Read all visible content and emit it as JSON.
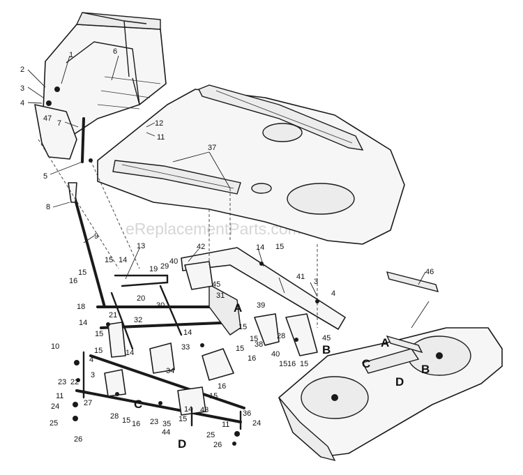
{
  "watermark": "eReplacementParts.com",
  "callouts": {
    "c1": "1",
    "c2": "2",
    "c3a": "3",
    "c4a": "4",
    "c5": "5",
    "c6": "6",
    "c7": "7",
    "c8": "8",
    "c9": "9",
    "c10": "10",
    "c11a": "11",
    "c11b": "11",
    "c11c": "11",
    "c12": "12",
    "c13": "13",
    "c14a": "14",
    "c14b": "14",
    "c14c": "14",
    "c14d": "14",
    "c14e": "14",
    "c14f": "14",
    "c15a": "15",
    "c15b": "15",
    "c15c": "15",
    "c15d": "15",
    "c15e": "15",
    "c15f": "15",
    "c15g": "15",
    "c15h": "15",
    "c15i": "15",
    "c15j": "15",
    "c15k": "15",
    "c15l": "15",
    "c15m": "15",
    "c16a": "16",
    "c16b": "16",
    "c16c": "16",
    "c16d": "16",
    "c16e": "16",
    "c18": "18",
    "c19": "19",
    "c20": "20",
    "c21": "21",
    "c22": "22",
    "c23a": "23",
    "c23b": "23",
    "c24a": "24",
    "c24b": "24",
    "c25a": "25",
    "c25b": "25",
    "c26a": "26",
    "c26b": "26",
    "c27": "27",
    "c28": "28",
    "c29": "29",
    "c30": "30",
    "c31": "31",
    "c32": "32",
    "c33": "33",
    "c34": "34",
    "c35": "35",
    "c36": "36",
    "c37": "37",
    "c38": "38",
    "c39": "39",
    "c40a": "40",
    "c40b": "40",
    "c41": "41",
    "c42": "42",
    "c43": "43",
    "c44": "44",
    "c45a": "45",
    "c45b": "45",
    "c46": "46",
    "c47": "47",
    "c3b": "3",
    "c4b": "4",
    "c3c": "3",
    "c4c": "4"
  },
  "letters": {
    "A1": "A",
    "B1": "B",
    "C1": "C",
    "D1": "D",
    "A2": "A",
    "B2": "B",
    "C2": "C",
    "D2": "D"
  }
}
